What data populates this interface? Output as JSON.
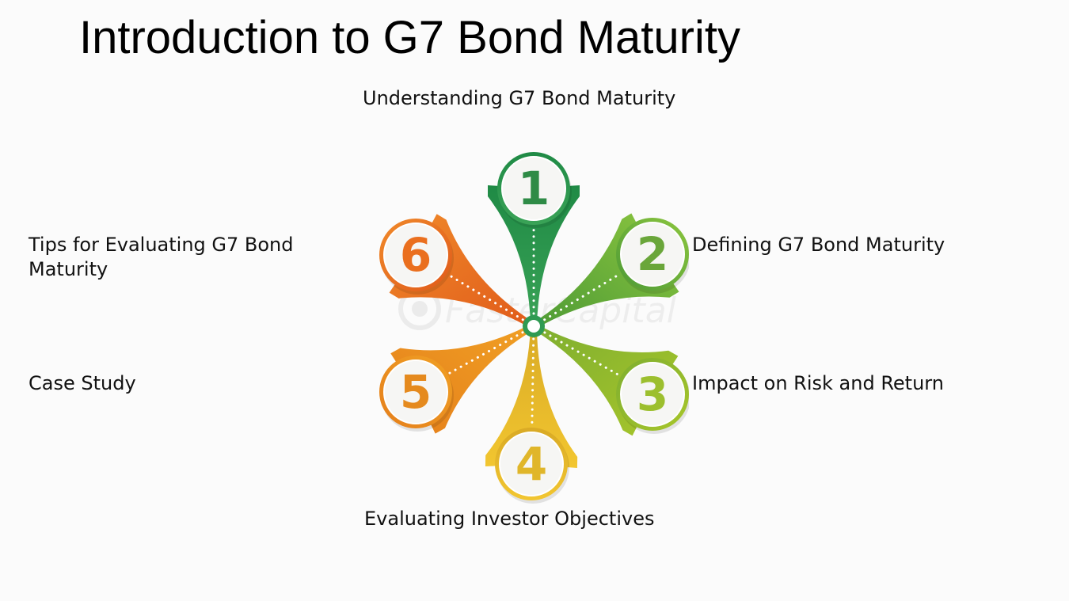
{
  "title": "Introduction to G7 Bond Maturity",
  "items": [
    {
      "number": "1",
      "label": "Understanding G7 Bond Maturity",
      "color": "#2e8b46"
    },
    {
      "number": "2",
      "label": "Defining G7 Bond Maturity",
      "color": "#6aa63a"
    },
    {
      "number": "3",
      "label": "Impact on Risk and Return",
      "color": "#9cbf2e"
    },
    {
      "number": "4",
      "label": "Evaluating Investor Objectives",
      "color": "#e0b62a"
    },
    {
      "number": "5",
      "label": "Case Study",
      "color": "#e58a1e"
    },
    {
      "number": "6",
      "label": "Tips for Evaluating G7 Bond Maturity",
      "color": "#ea6f1e"
    }
  ],
  "watermark": "FasterCapital"
}
